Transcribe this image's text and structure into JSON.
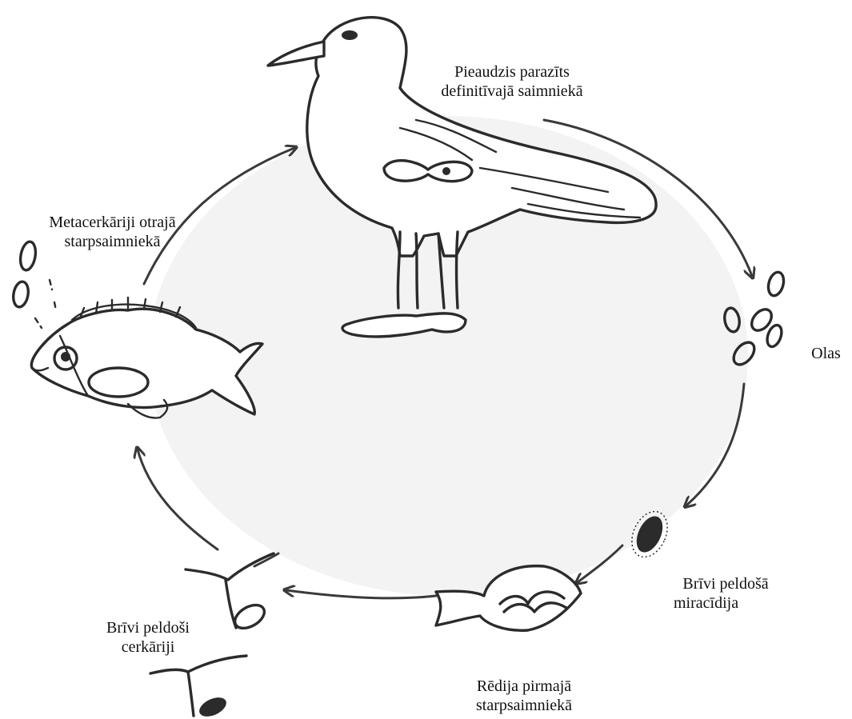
{
  "labels": {
    "adult": {
      "line1": "Pieaudzis parazīts",
      "line2": "definitīvajā saimniekā"
    },
    "eggs": {
      "line1": "Olas"
    },
    "miracidium": {
      "line1": "Brīvi peldošā",
      "line2": "miracīdija"
    },
    "redia": {
      "line1": "Rēdija pirmajā",
      "line2": "starpsaimniekā"
    },
    "cercariae": {
      "line1": "Brīvi peldoši",
      "line2": "cerkāriji"
    },
    "metacercariae": {
      "line1": "Metacerkāriji otrajā",
      "line2": "starpsaimniekā"
    }
  },
  "colors": {
    "background": "#ffffff",
    "cycle_fill": "#f3f3f3",
    "ink": "#2b2b2b",
    "text": "#111111"
  },
  "icons": [
    "gull-icon",
    "egg-icon",
    "miracidium-icon",
    "snail-icon",
    "cercaria-icon",
    "fish-icon",
    "metacercaria-icon",
    "cycle-arrow-icon"
  ]
}
